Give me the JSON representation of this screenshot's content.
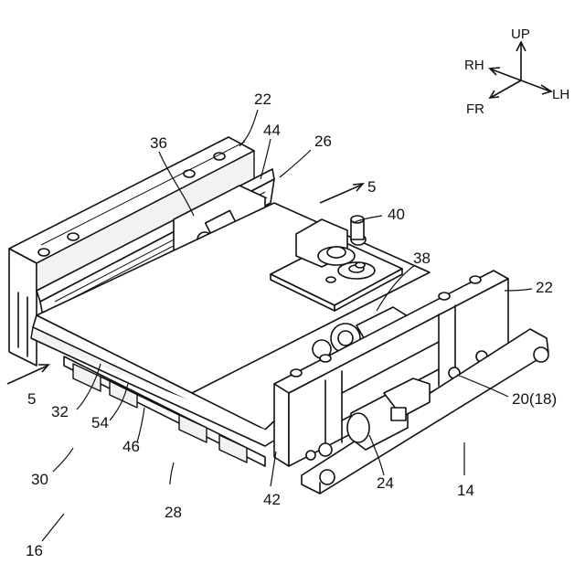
{
  "orientation": {
    "up": "UP",
    "rh": "RH",
    "lh": "LH",
    "fr": "FR"
  },
  "refs": {
    "r22a": "22",
    "r44": "44",
    "r36": "36",
    "r26": "26",
    "r5a": "5",
    "r40": "40",
    "r38": "38",
    "r22b": "22",
    "r5b": "5",
    "r32": "32",
    "r54": "54",
    "r46": "46",
    "r20": "20(18)",
    "r30": "30",
    "r28": "28",
    "r42": "42",
    "r24": "24",
    "r14": "14",
    "r16": "16"
  }
}
